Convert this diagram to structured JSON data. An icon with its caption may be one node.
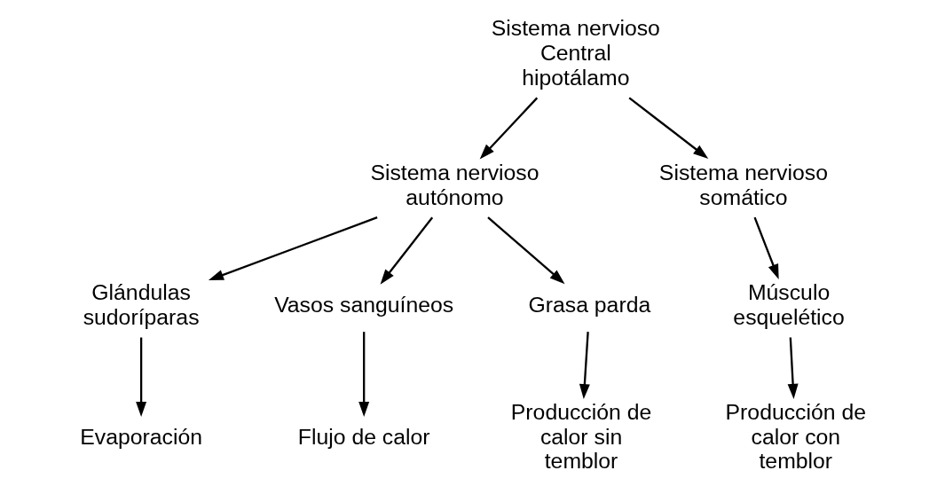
{
  "diagram": {
    "nodes": [
      {
        "text": [
          "Sistema nervioso Central hipotálamo"
        ]
      },
      {
        "text": [
          "Sistema nervioso autónomo"
        ]
      },
      {
        "text": [
          "Sistema nervioso somático"
        ]
      },
      {
        "text": [
          "Glándulas sudoríparas"
        ]
      },
      {
        "text": [
          "Vasos sanguíneos"
        ]
      },
      {
        "text": [
          "Grasa parda"
        ]
      },
      {
        "text": [
          "Músculo esquelético"
        ]
      },
      {
        "text": [
          "Evaporación"
        ]
      },
      {
        "text": [
          "Flujo de calor"
        ]
      },
      {
        "text": [
          "Producción de calor sin temblor"
        ]
      },
      {
        "text": [
          "Producción de calor con temblor"
        ]
      }
    ],
    "edges": [
      {
        "from": 0,
        "to": 1,
        "arrow": "to"
      },
      {
        "from": 0,
        "to": 2,
        "arrow": "to"
      },
      {
        "from": 1,
        "to": 3,
        "arrow": "to"
      },
      {
        "from": 1,
        "to": 4,
        "arrow": "to"
      },
      {
        "from": 1,
        "to": 5,
        "arrow": "to"
      },
      {
        "from": 2,
        "to": 6,
        "arrow": "to"
      },
      {
        "from": 3,
        "to": 7,
        "arrow": "to"
      },
      {
        "from": 4,
        "to": 8,
        "arrow": "to"
      },
      {
        "from": 5,
        "to": 9,
        "arrow": "to"
      },
      {
        "from": 6,
        "to": 10,
        "arrow": "to"
      }
    ]
  }
}
